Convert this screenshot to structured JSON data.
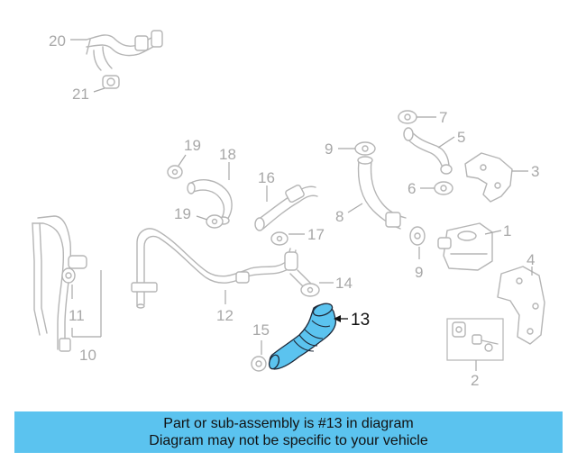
{
  "diagram": {
    "labels": {
      "l1": "1",
      "l2": "2",
      "l3": "3",
      "l4": "4",
      "l5": "5",
      "l6": "6",
      "l7": "7",
      "l8": "8",
      "l9a": "9",
      "l9b": "9",
      "l10": "10",
      "l11": "11",
      "l12": "12",
      "l13": "13",
      "l14": "14",
      "l15": "15",
      "l16": "16",
      "l17": "17",
      "l18": "18",
      "l19a": "19",
      "l19b": "19",
      "l20": "20",
      "l21": "21"
    },
    "highlight_color": "#5bc3ef",
    "highlighted_part": "13"
  },
  "banner": {
    "line1": "Part or sub-assembly is #13 in diagram",
    "line2": "Diagram may not be specific to your vehicle",
    "color": "#5bc3ef"
  }
}
